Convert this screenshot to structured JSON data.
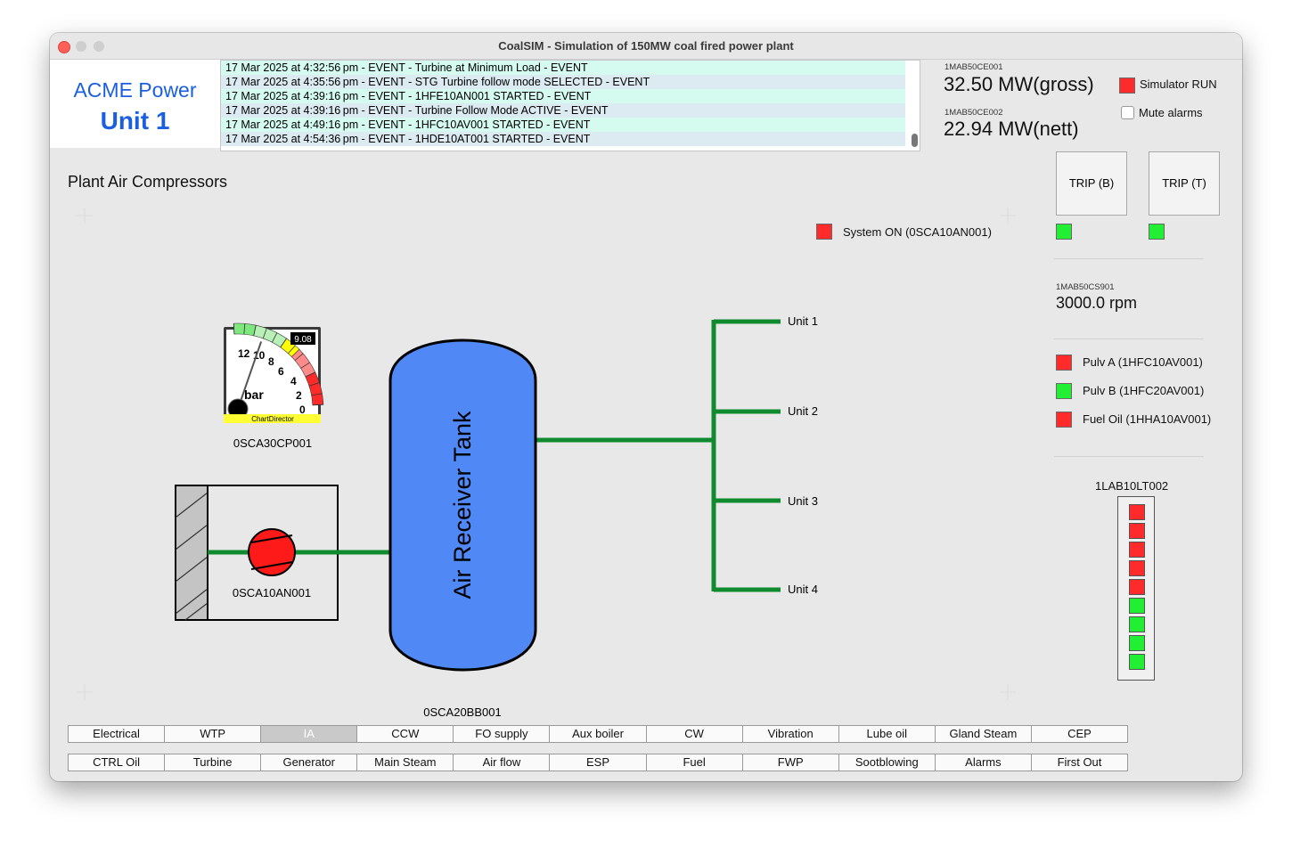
{
  "window": {
    "title": "CoalSIM - Simulation of 150MW coal fired power plant"
  },
  "brand": {
    "line1": "ACME Power",
    "line2": "Unit 1"
  },
  "event_log": [
    "17 Mar 2025 at 4:32:56 pm - EVENT - Turbine at Minimum Load - EVENT",
    "17 Mar 2025 at 4:35:56 pm - EVENT - STG Turbine follow mode SELECTED - EVENT",
    "17 Mar 2025 at 4:39:16 pm - EVENT - 1HFE10AN001 STARTED - EVENT",
    "17 Mar 2025 at 4:39:16 pm - EVENT - Turbine Follow Mode ACTIVE - EVENT",
    "17 Mar 2025 at 4:49:16 pm - EVENT - 1HFC10AV001 STARTED - EVENT",
    "17 Mar 2025 at 4:54:36 pm - EVENT - 1HDE10AT001 STARTED - EVENT"
  ],
  "gross": {
    "tag": "1MAB50CE001",
    "value": "32.50 MW(gross)"
  },
  "nett": {
    "tag": "1MAB50CE002",
    "value": "22.94 MW(nett)"
  },
  "simulator_run": {
    "label": "Simulator RUN",
    "status_color": "#ff2a2a"
  },
  "mute_alarms": {
    "label": "Mute alarms",
    "checked": false
  },
  "trip_b": {
    "label": "TRIP (B)",
    "status_color": "#22ee33"
  },
  "trip_t": {
    "label": "TRIP (T)",
    "status_color": "#22ee33"
  },
  "system_on": {
    "label": "System ON (0SCA10AN001)",
    "status_color": "#ff2a2a"
  },
  "speed": {
    "tag": "1MAB50CS901",
    "value": "3000.0 rpm"
  },
  "status_list": [
    {
      "label": "Pulv A (1HFC10AV001)",
      "color": "#ff2a2a"
    },
    {
      "label": "Pulv B (1HFC20AV001)",
      "color": "#22ee33"
    },
    {
      "label": "Fuel Oil (1HHA10AV001)",
      "color": "#ff2a2a"
    }
  ],
  "level_indicator": {
    "tag": "1LAB10LT002",
    "cells": [
      "red",
      "red",
      "red",
      "red",
      "red",
      "green",
      "green",
      "green",
      "green"
    ]
  },
  "section_title": "Plant Air Compressors",
  "gauge": {
    "tag": "0SCA30CP001",
    "value": 9.08,
    "value_text": "9.08",
    "unit": "bar",
    "scale_labels": [
      "12",
      "10",
      "8",
      "6",
      "4",
      "2",
      "0"
    ],
    "watermark": "ChartDirector",
    "range": [
      0,
      12
    ]
  },
  "compressor": {
    "tag": "0SCA10AN001",
    "running": true
  },
  "tank": {
    "label": "Air Receiver Tank",
    "tag": "0SCA20BB001"
  },
  "distribution": [
    "Unit 1",
    "Unit 2",
    "Unit 3",
    "Unit 4"
  ],
  "nav_row1": [
    "Electrical",
    "WTP",
    "IA",
    "CCW",
    "FO supply",
    "Aux boiler",
    "CW",
    "Vibration",
    "Lube oil",
    "Gland Steam",
    "CEP"
  ],
  "nav_row2": [
    "CTRL Oil",
    "Turbine",
    "Generator",
    "Main Steam",
    "Air flow",
    "ESP",
    "Fuel",
    "FWP",
    "Sootblowing",
    "Alarms",
    "First Out"
  ],
  "active_nav": "IA",
  "colors": {
    "pipe": "#0f8a2e",
    "tank": "#5088f5",
    "brand": "#1a5fe0",
    "log_bg": "#d5fbf1"
  }
}
